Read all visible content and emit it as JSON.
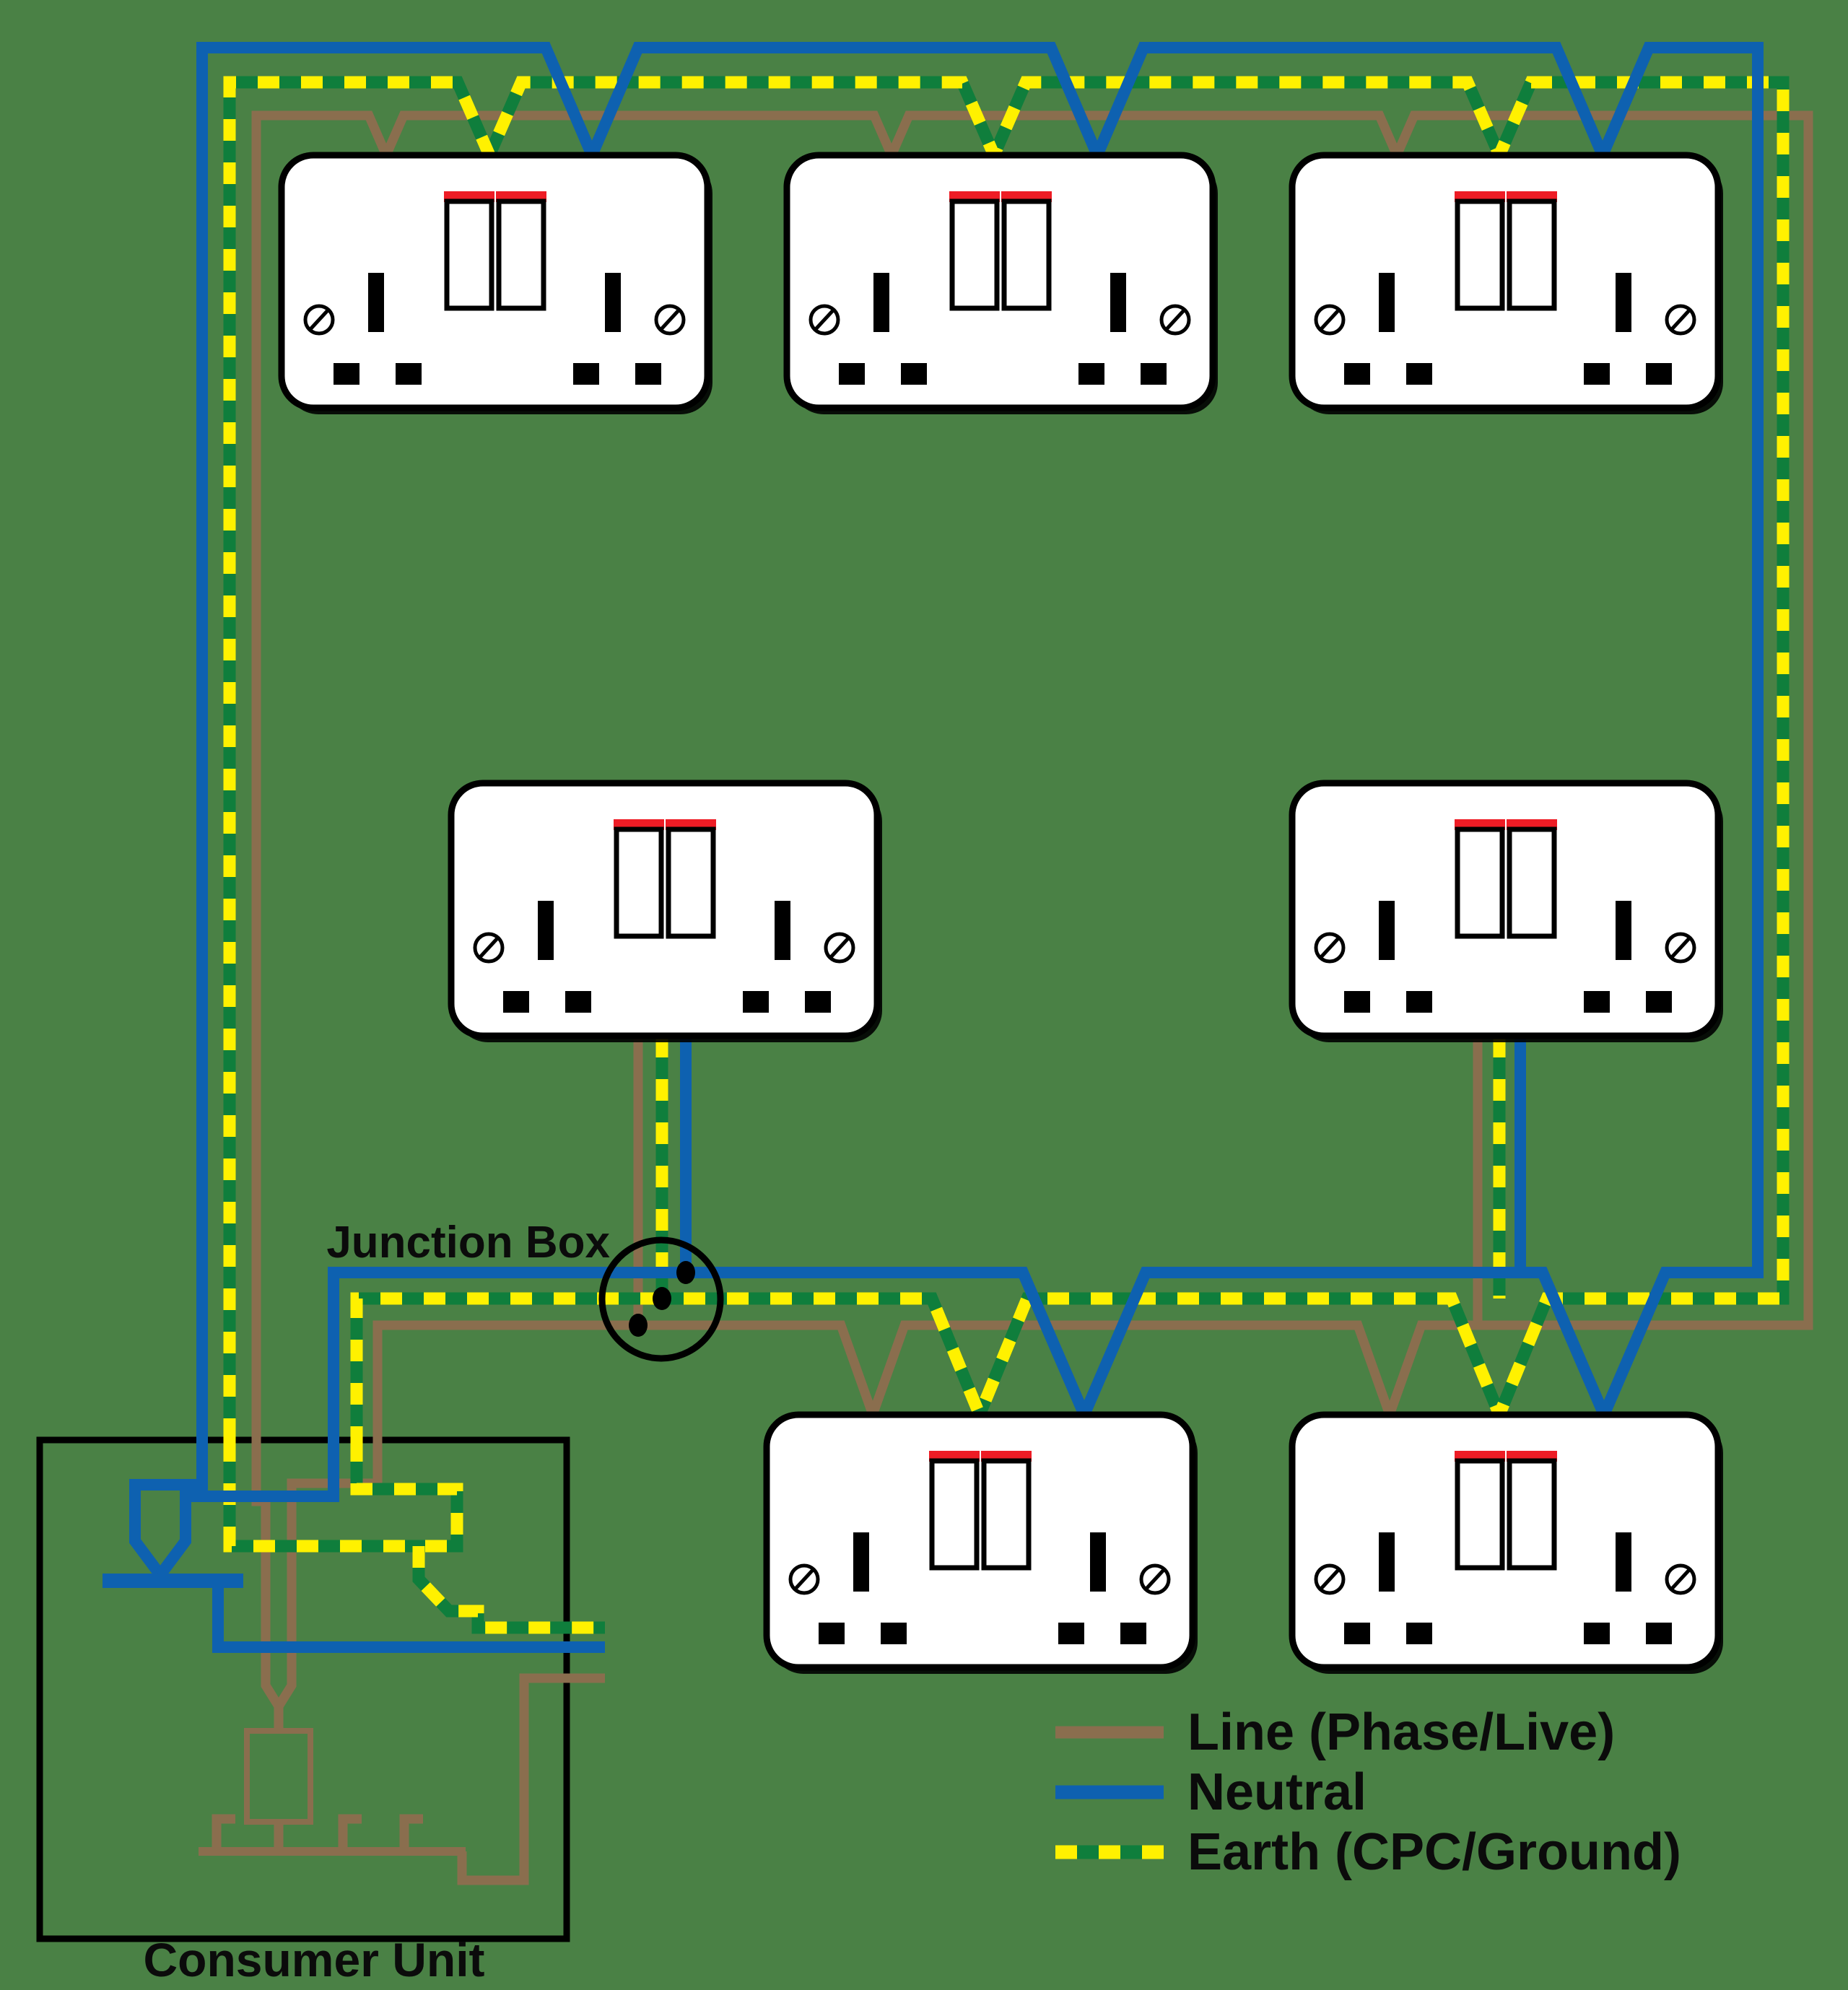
{
  "title": "Ring final circuit wiring diagram",
  "labels": {
    "junction_box": "Junction Box",
    "consumer_unit": "Consumer Unit"
  },
  "legend": {
    "items": [
      {
        "label": "Line (Phase/Live)",
        "color": "#8A6E4E",
        "style": "solid"
      },
      {
        "label": "Neutral",
        "color": "#0E61B0",
        "style": "solid"
      },
      {
        "label": "Earth (CPC/Ground)",
        "color": "#0F7E3C",
        "dash_color": "#FFF100",
        "style": "dashed"
      }
    ]
  },
  "colors": {
    "background": "#4A8145",
    "line_brown": "#8A6E4E",
    "neutral_blue": "#0E61B0",
    "earth_green": "#0F7E3C",
    "earth_yellow": "#FFF100",
    "switch_red": "#EE1C25",
    "socket_white": "#FFFFFF",
    "outline_black": "#000000",
    "text_black": "#0B0B0B"
  },
  "components": {
    "double_sockets": 7,
    "junction_box_connection_dots": 3,
    "consumer_unit_ways": 3
  }
}
